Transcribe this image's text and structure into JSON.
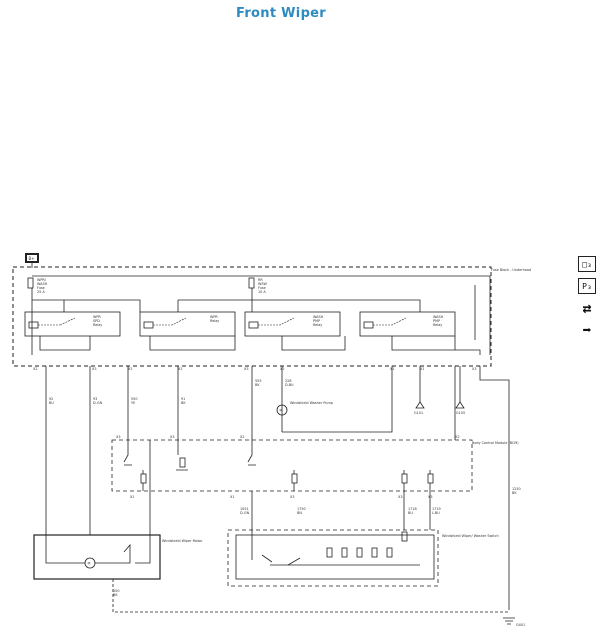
{
  "page": {
    "title": "Front Wiper"
  },
  "legend_marker": "B+",
  "modules": {
    "fuse_block": "Fuse Block - Underhood",
    "bcm": "Body Control Module (BCM)",
    "wiper_motor": "Windshield Wiper Motor",
    "washer_switch": "Windshield Wiper/ Washer Switch",
    "washer_pump": "Windshield Washer Pump"
  },
  "fuses": {
    "f1": [
      "WPR/",
      "WASH",
      "Fuse",
      "25 A"
    ],
    "f2": [
      "RR",
      "WSW",
      "Fuse",
      "10 A"
    ]
  },
  "relays": {
    "r1": [
      "WPR",
      "SPD",
      "Relay"
    ],
    "r2": [
      "WPR",
      "Relay"
    ],
    "r3": [
      "WASH",
      "PMP",
      "Relay"
    ],
    "r4": [
      "WASH",
      "PMP",
      "Relay"
    ]
  },
  "connectors": {
    "top": [
      "X2",
      "X3",
      "X2",
      "X2",
      "X3",
      "X2",
      "X1",
      "X1",
      "X3"
    ],
    "bcm_top": [
      "X3",
      "X3",
      "X2",
      "X2",
      "X1"
    ],
    "bcm_bottom": [
      "X1",
      "X1",
      "X3",
      "X3",
      "X3"
    ]
  },
  "wires": {
    "w1": [
      "92",
      "BU"
    ],
    "w2": [
      "93",
      "D-GN"
    ],
    "w3": [
      "550",
      "YE"
    ],
    "w4": [
      "91",
      "BK"
    ],
    "w5": [
      "555",
      "BK"
    ],
    "w6": [
      "228",
      "D-BU"
    ],
    "w7": [
      "1051",
      "D-GN"
    ],
    "w8": [
      "1750",
      "BN"
    ],
    "w9": [
      "1718",
      "BU"
    ],
    "w10": [
      "1719",
      "L-BU"
    ],
    "w11": [
      "1250",
      "BK"
    ],
    "w12": [
      "150",
      "BK"
    ]
  },
  "grounds": [
    "G101",
    "G105",
    "G401"
  ],
  "nav_icons": [
    {
      "name": "connector-view-icon",
      "glyph": "□₃"
    },
    {
      "name": "pinout-icon",
      "glyph": "P₃"
    },
    {
      "name": "swap-direction-icon",
      "glyph": "⇄"
    },
    {
      "name": "next-page-icon",
      "glyph": "➡"
    }
  ]
}
